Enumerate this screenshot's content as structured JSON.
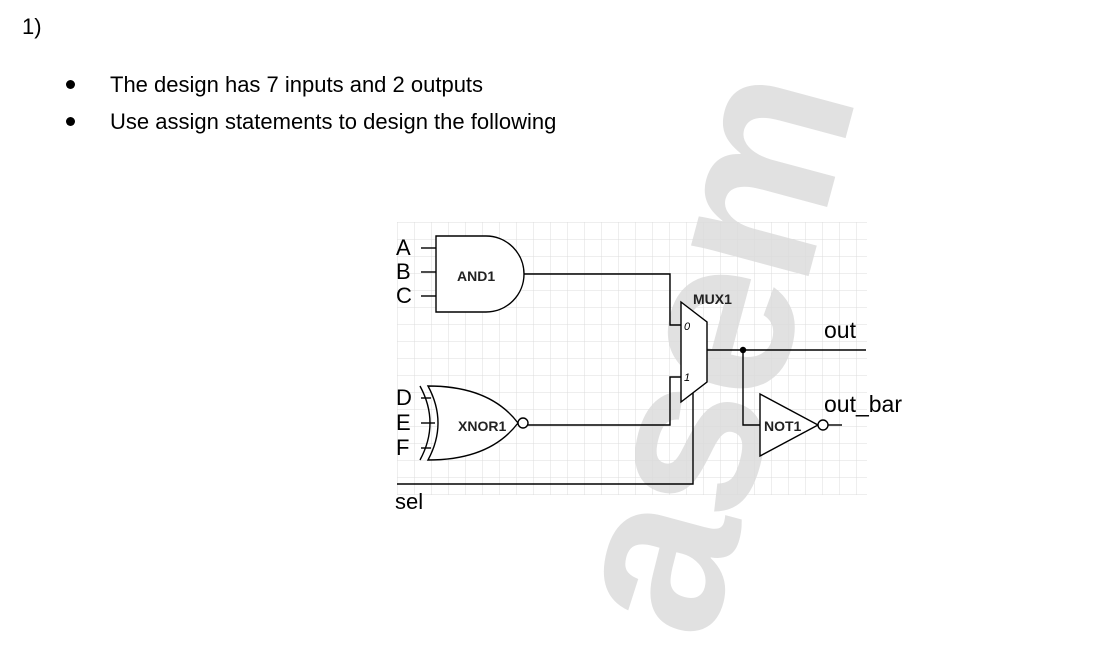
{
  "question_number": "1)",
  "bullets": [
    "The design has 7 inputs and 2 outputs",
    "Use assign statements to design the following"
  ],
  "watermark": "asem",
  "circuit": {
    "inputs": [
      "A",
      "B",
      "C",
      "D",
      "E",
      "F",
      "sel"
    ],
    "outputs": [
      "out",
      "out_bar"
    ],
    "gates": {
      "and": "AND1",
      "xnor": "XNOR1",
      "mux": "MUX1",
      "mux_in0": "0",
      "mux_in1": "1",
      "not": "NOT1"
    }
  }
}
